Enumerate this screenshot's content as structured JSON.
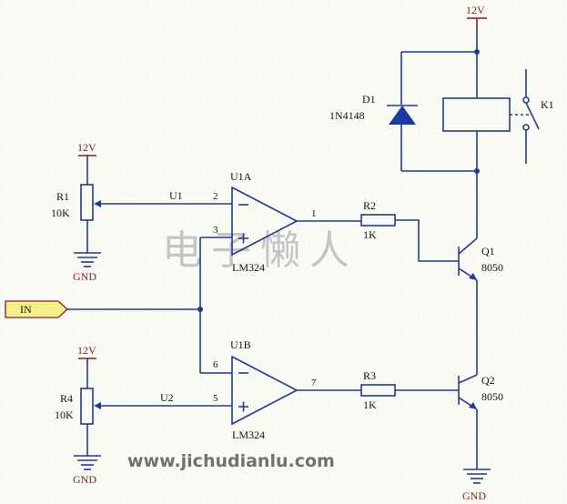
{
  "power": {
    "vcc_top": "12V",
    "vcc_r1": "12V",
    "vcc_r4": "12V",
    "gnd_r1": "GND",
    "gnd_r4": "GND",
    "gnd_q2": "GND"
  },
  "components": {
    "d1": {
      "ref": "D1",
      "value": "1N4148"
    },
    "k1": {
      "ref": "K1"
    },
    "r1": {
      "ref": "R1",
      "value": "10K"
    },
    "r2": {
      "ref": "R2",
      "value": "1K"
    },
    "r3": {
      "ref": "R3",
      "value": "1K"
    },
    "r4": {
      "ref": "R4",
      "value": "10K"
    },
    "u1a": {
      "ref": "U1A",
      "part": "LM324",
      "pin_out": "1",
      "pin_inv": "2",
      "pin_noninv": "3"
    },
    "u1b": {
      "ref": "U1B",
      "part": "LM324",
      "pin_out": "7",
      "pin_inv": "6",
      "pin_noninv": "5"
    },
    "q1": {
      "ref": "Q1",
      "part": "8050"
    },
    "q2": {
      "ref": "Q2",
      "part": "8050"
    }
  },
  "nets": {
    "u1": "U1",
    "u2": "U2"
  },
  "input_port": "IN",
  "watermark": "电子懒人",
  "website": "www.jichudianlu.com",
  "colors": {
    "wire": "#1f3a9e",
    "power": "#8b1a1a",
    "port_fill": "#f3f08c",
    "grid": "#e0dcd2"
  }
}
